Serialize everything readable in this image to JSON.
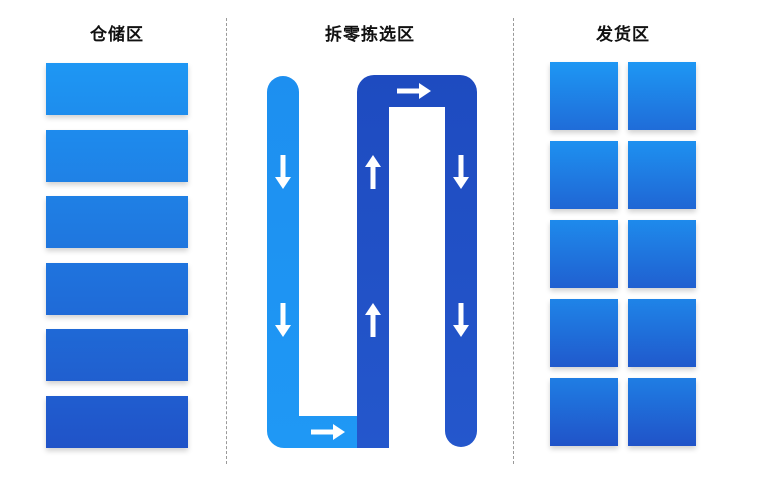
{
  "zones": {
    "storage": "仓储区",
    "picking": "拆零拣选区",
    "shipping": "发货区"
  },
  "colors": {
    "light_blue": "#1f98f5",
    "dark_blue": "#1f4fc4",
    "arrow": "#ffffff",
    "divider": "#9a9a9a"
  },
  "storage_shelves": {
    "count": 6,
    "gradient": [
      "#1e97f4",
      "#2053c8"
    ]
  },
  "shipping_docks": {
    "rows": 5,
    "cols": 2,
    "gradient": [
      "#1e97f4",
      "#2053c8"
    ]
  },
  "picking_path": {
    "shape": "serpentine",
    "direction": [
      "down",
      "right",
      "up",
      "right",
      "down"
    ],
    "arrows": [
      "down",
      "down",
      "right",
      "up",
      "up",
      "right",
      "down",
      "down"
    ]
  }
}
